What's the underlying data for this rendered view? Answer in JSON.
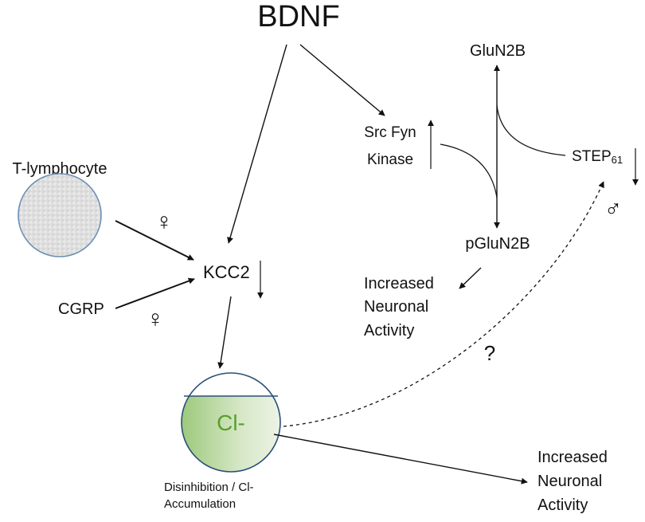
{
  "diagram": {
    "bdnf": "BDNF",
    "glun2b": "GluN2B",
    "src_fyn_line1": "Src Fyn",
    "src_fyn_line2": "Kinase",
    "step_base": "STEP",
    "step_sub": "61",
    "t_lymphocyte": "T-lymphocyte",
    "female_symbol_top": "♀",
    "female_symbol_bottom": "♀",
    "male_symbol": "♂",
    "kcc2": "KCC2",
    "cgrp": "CGRP",
    "pglun2b": "pGluN2B",
    "increased_activity_top": [
      "Increased",
      "Neuronal",
      "Activity"
    ],
    "question_mark": "?",
    "chloride": "Cl-",
    "chloride_color": "#5a9e2f",
    "disinhibition_line1": "Disinhibition / Cl-",
    "disinhibition_line2": "Accumulation",
    "increased_activity_bottom": [
      "Increased",
      "Neuronal",
      "Activity"
    ]
  }
}
